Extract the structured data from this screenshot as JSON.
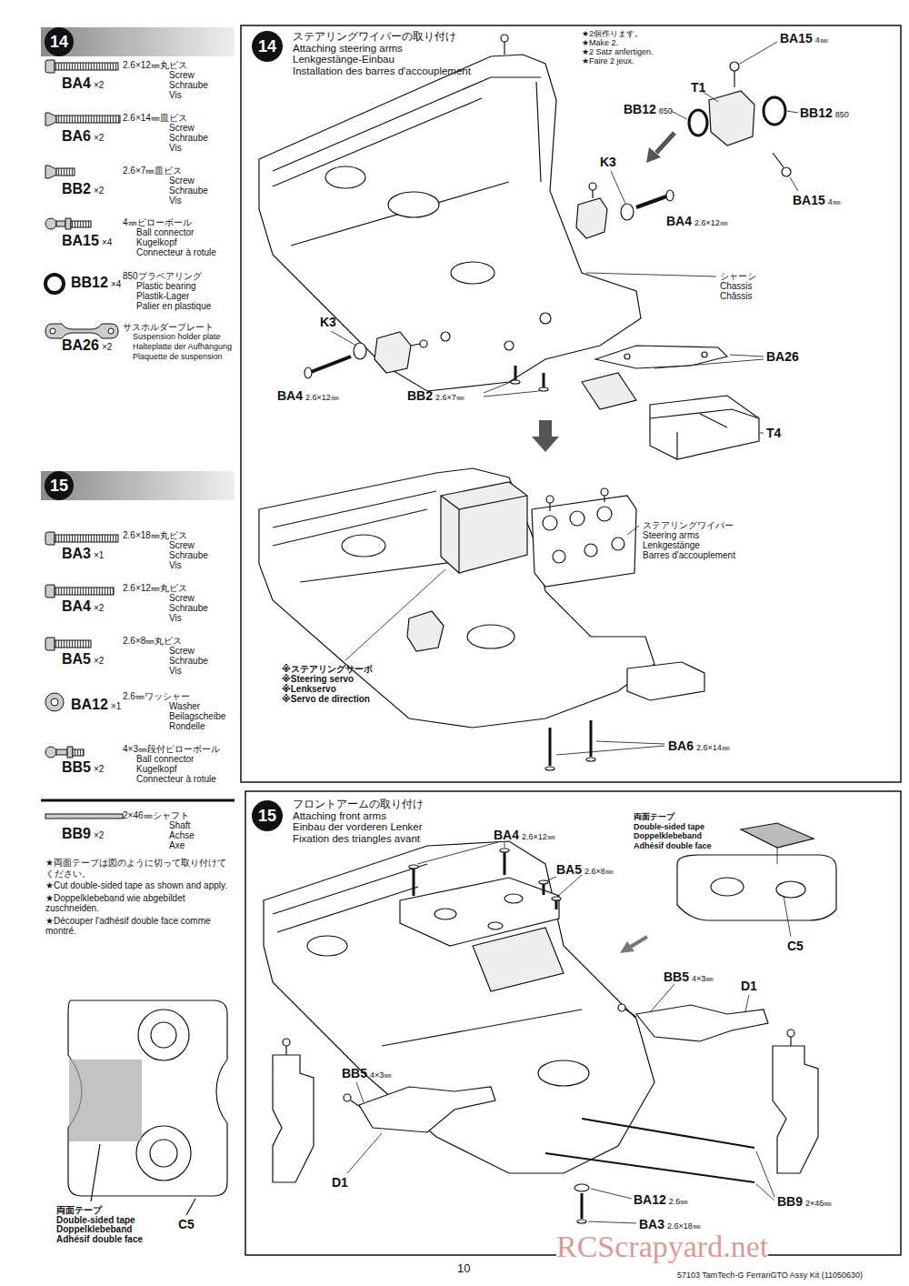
{
  "diagram": {
    "nodes": [
      {
        "text": [
          "14"
        ]
      },
      {
        "text": [
          "14"
        ]
      },
      {
        "text": [
          "15"
        ]
      },
      {
        "text": [
          "15"
        ]
      }
    ],
    "labels": [
      "BA4",
      "×2",
      "2.6×12㎜丸ビス",
      "Screw",
      "Schraube",
      "Vis",
      "BA6",
      "×2",
      "2.6×14㎜皿ビス",
      "Screw",
      "Schraube",
      "Vis",
      "BB2",
      "×2",
      "2.6×7㎜皿ビス",
      "Screw",
      "Schraube",
      "Vis",
      "BA15",
      "×4",
      "4㎜ピローボール",
      "Ball connector",
      "Kugelkopf",
      "Connecteur à rotule",
      "BB12",
      "×4",
      "850プラベアリング",
      "Plastic bearing",
      "Plastik-Lager",
      "Palier en plastique",
      "BA26",
      "×2",
      "サスホルダープレート",
      "Suspension holder plate",
      "Halteplatte der Aufhängung",
      "Plaquette de suspension",
      "ステアリングワイパーの取り付け",
      "Attaching steering arms",
      "Lenkgestänge-Einbau",
      "Installation des barres d'accouplement",
      "★2個作ります。",
      "★Make 2.",
      "★2 Satz anfertigen.",
      "★Faire 2 jeux.",
      "BA15",
      "4㎜",
      "T1",
      "BB12",
      "850",
      "BB12",
      "850",
      "BA15",
      "4㎜",
      "K3",
      "BA4",
      "2.6×12㎜",
      "シャーシ",
      "Chassis",
      "Châssis",
      "K3",
      "BA4",
      "2.6×12㎜",
      "BB2",
      "2.6×7㎜",
      "BA26",
      "T4",
      "ステアリングワイパー",
      "Steering arms",
      "Lenkgestänge",
      "Barres d'accouplement",
      "※ステアリングサーボ",
      "※Steering servo",
      "※Lenkservo",
      "※Servo de direction",
      "BA6",
      "2.6×14㎜",
      "BA3",
      "×1",
      "2.6×18㎜丸ビス",
      "Screw",
      "Schraube",
      "Vis",
      "BA4",
      "×2",
      "2.6×12㎜丸ビス",
      "Screw",
      "Schraube",
      "Vis",
      "BA5",
      "×2",
      "2.6×8㎜丸ビス",
      "Screw",
      "Schraube",
      "Vis",
      "BA12",
      "×1",
      "2.6㎜ワッシャー",
      "Washer",
      "Beilagscheibe",
      "Rondelle",
      "BB5",
      "×2",
      "4×3㎜段付ピローボール",
      "Ball connector",
      "Kugelkopf",
      "Connecteur à rotule",
      "BB9",
      "×2",
      "2×46㎜シャフト",
      "Shaft",
      "Achse",
      "Axe",
      "★両面テープは図のように切って取り付けてください。",
      "★Cut double-sided tape as shown and apply.",
      "★Doppelklebeband wie abgebildet zuschneiden.",
      "★Découper l'adhésif double face comme montré.",
      "両面テープ",
      "Double-sided tape",
      "Doppelklebeband",
      "Adhésif double face",
      "C5",
      "フロントアームの取り付け",
      "Attaching front arms",
      "Einbau der vorderen Lenker",
      "Fixation des triangles avant",
      "BA4",
      "2.6×12㎜",
      "BA5",
      "2.6×8㎜",
      "両面テープ",
      "Double-sided tape",
      "Doppelklebeband",
      "Adhésif double face",
      "C5",
      "BB5",
      "4×3㎜",
      "D1",
      "BB5",
      "4×3㎜",
      "D1",
      "BA12",
      "2.6㎜",
      "BB9",
      "2×46㎜",
      "BA3",
      "2.6×18㎜",
      "10",
      "57103 TamTech-G FerrariGTO Assy Kit (11050630)",
      "RCScrapyard.net"
    ]
  }
}
